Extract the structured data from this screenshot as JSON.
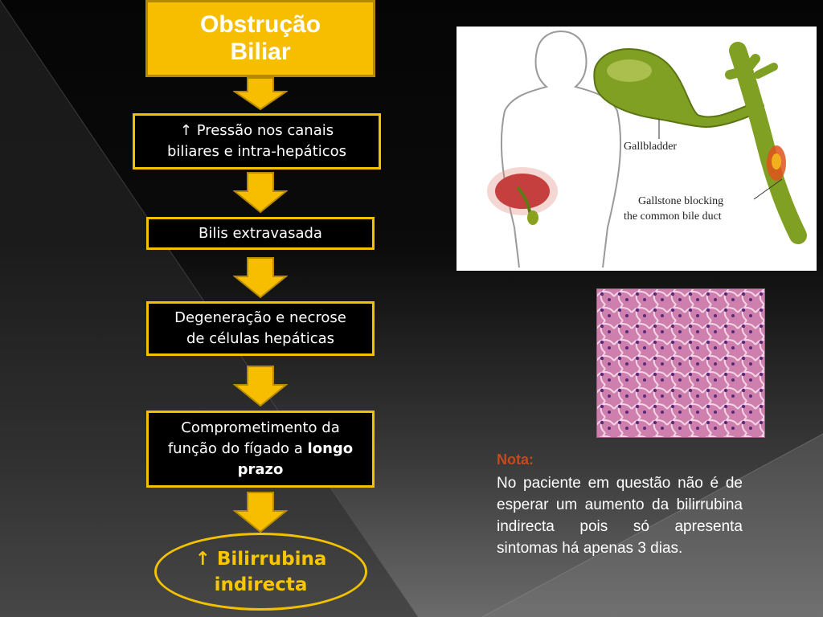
{
  "flow": {
    "title": [
      "Obstrução",
      "Biliar"
    ],
    "step1": [
      "↑ Pressão nos canais",
      "biliares e intra-hepáticos"
    ],
    "step2": "Bilis extravasada",
    "step3": [
      "Degeneração e necrose",
      "de células hepáticas"
    ],
    "step4": {
      "line1": "Comprometimento da",
      "line2_prefix": "função do fígado a ",
      "line2_bold": "longo",
      "line3_bold": "prazo"
    },
    "result": [
      "↑ Bilirrubina",
      "indirecta"
    ]
  },
  "anatomy_image": {
    "label_gallbladder": "Gallbladder",
    "label_gallstone": [
      "Gallstone blocking",
      "the common bile duct"
    ]
  },
  "note": {
    "label": "Nota:",
    "text": "No paciente em questão não é de esperar um aumento da bilirrubina indirecta pois só apresenta sintomas há apenas 3 dias."
  },
  "colors": {
    "accent": "#f2c200",
    "title_fill": "#f7be00",
    "note_label": "#c44b1f"
  }
}
